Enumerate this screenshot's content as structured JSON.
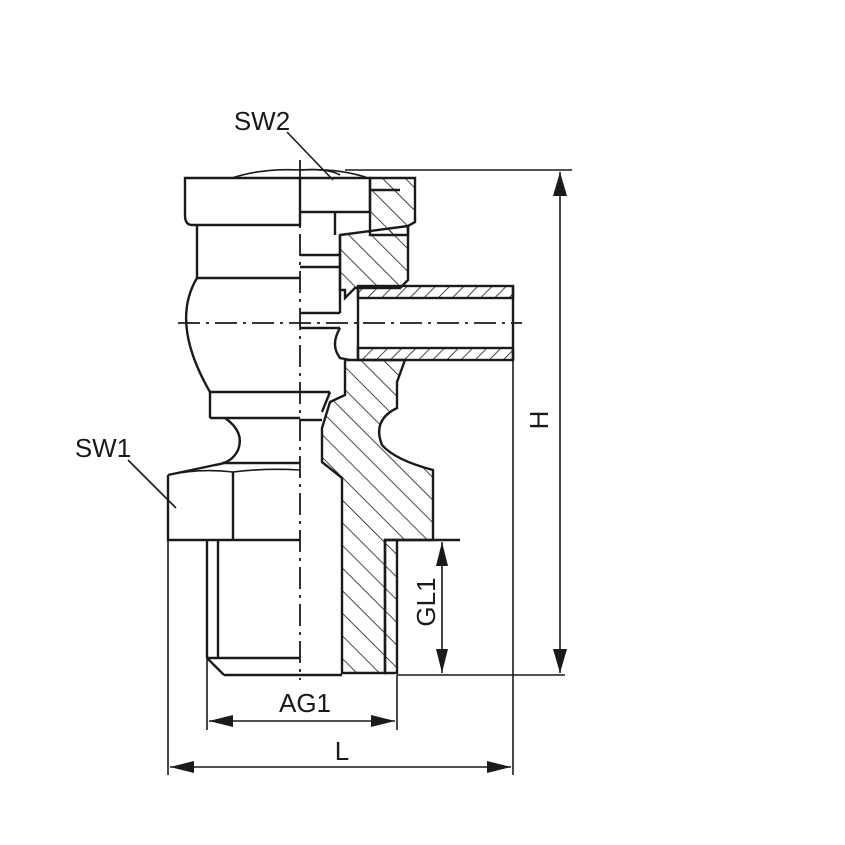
{
  "drawing": {
    "type": "technical cross-section drawing",
    "subject": "threaded pipe fitting / swivel connector",
    "labels": {
      "sw2": "SW2",
      "sw1": "SW1",
      "h": "H",
      "gl1": "GL1",
      "ag1": "AG1",
      "l": "L"
    },
    "colors": {
      "line": "#1a1a1a",
      "background": "#ffffff"
    }
  }
}
